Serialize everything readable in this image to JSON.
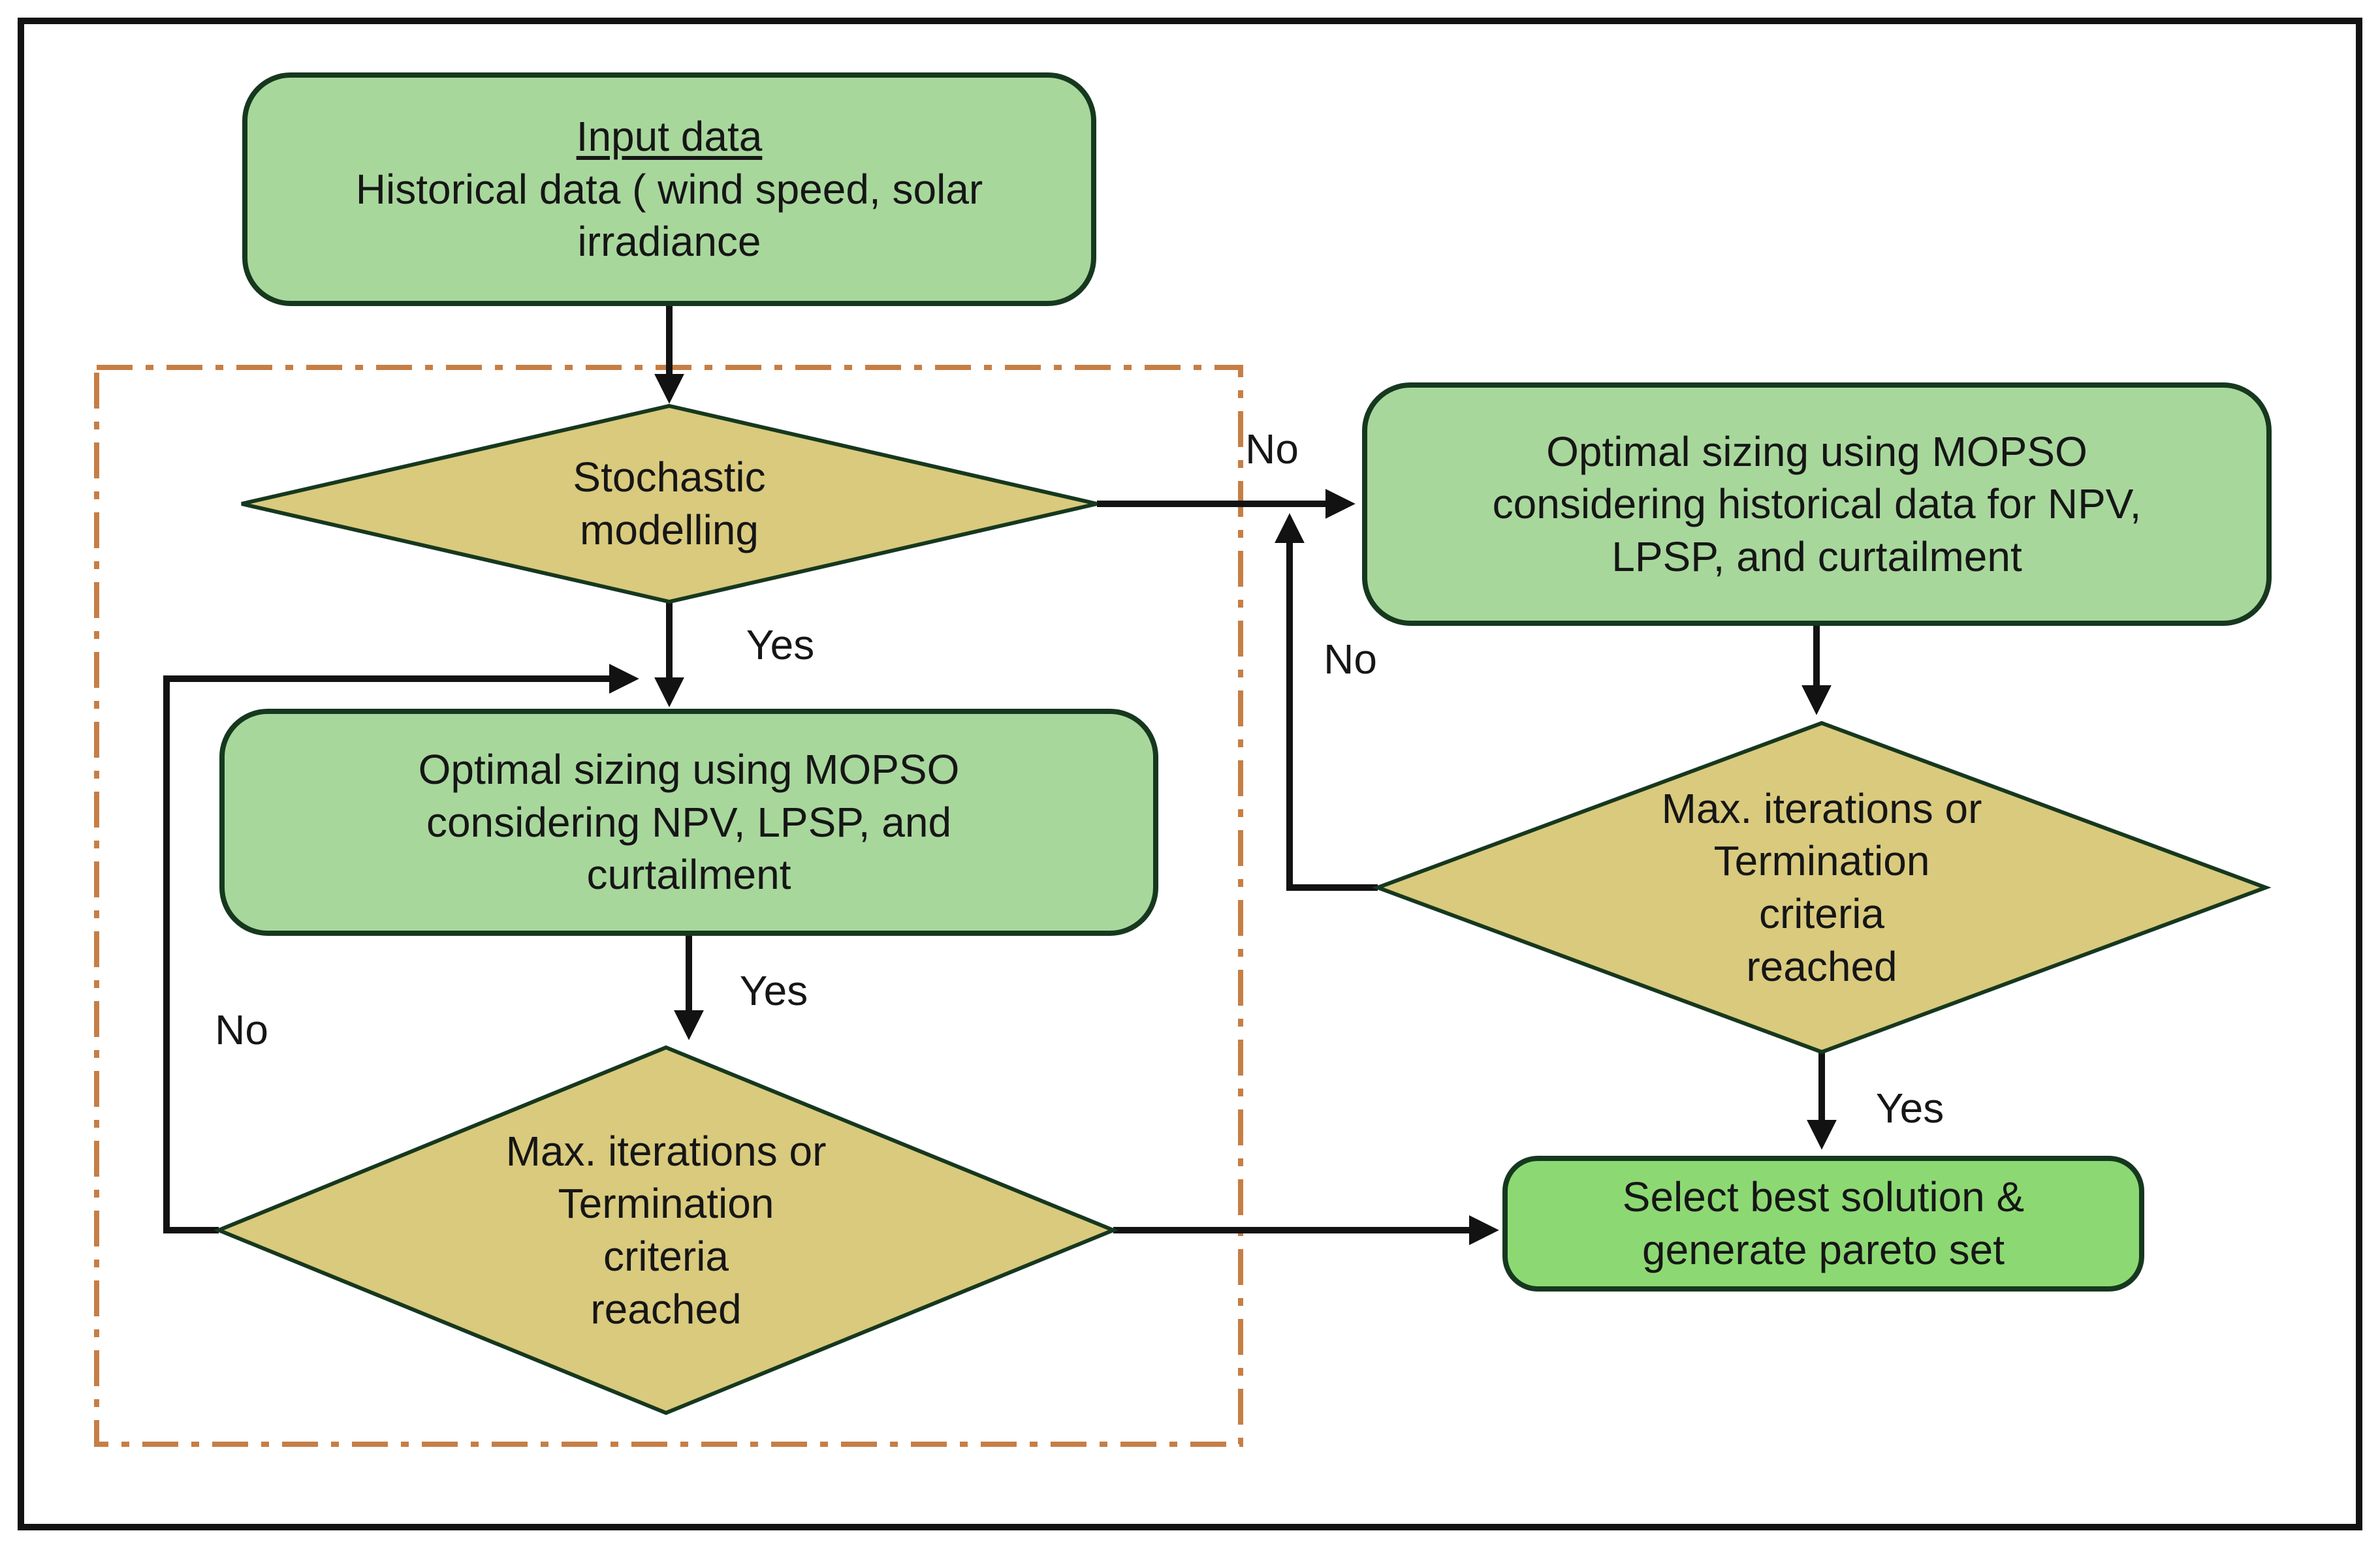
{
  "colors": {
    "node_green": "#a8d79c",
    "select_green": "#8cd973",
    "diamond_tan": "#d9ca7d",
    "shape_border": "#16381f",
    "line_black": "#121212",
    "dashed_orange": "#c67e45",
    "background": "#ffffff"
  },
  "nodes": {
    "input_box": {
      "title": "Input data",
      "lines": [
        "Historical data ( wind speed, solar",
        "irradiance"
      ]
    },
    "stochastic_modelling": {
      "lines": [
        "Stochastic",
        "modelling"
      ]
    },
    "mopso_stochastic": {
      "lines": [
        "Optimal sizing using MOPSO",
        "considering NPV, LPSP, and",
        "curtailment"
      ]
    },
    "termination_left": {
      "lines": [
        "Max. iterations or",
        "Termination",
        "criteria",
        "reached"
      ]
    },
    "mopso_historical": {
      "lines": [
        "Optimal sizing using MOPSO",
        "considering historical data for NPV,",
        "LPSP, and curtailment"
      ]
    },
    "termination_right": {
      "lines": [
        "Max. iterations or",
        "Termination",
        "criteria",
        "reached"
      ]
    },
    "select_best": {
      "lines": [
        "Select best solution &",
        "generate pareto set"
      ]
    }
  },
  "edge_labels": {
    "stochastic_to_mopso_yes": "Yes",
    "mopso_to_termination_yes": "Yes",
    "termination_left_no": "No",
    "stochastic_to_historical_no": "No",
    "termination_right_no": "No",
    "termination_right_yes": "Yes"
  }
}
